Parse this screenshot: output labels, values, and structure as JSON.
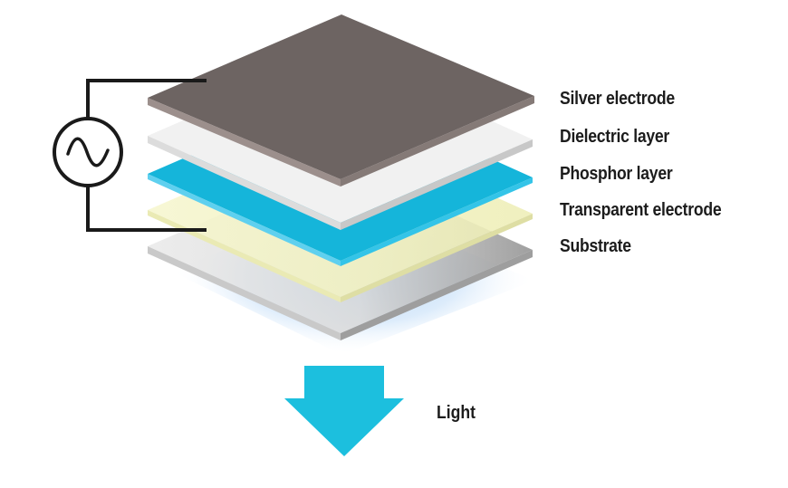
{
  "layers": [
    {
      "key": "silver",
      "label": "Silver electrode",
      "color": "#6d6462"
    },
    {
      "key": "dielectric",
      "label": "Dielectric layer",
      "color": "#f2f2f2"
    },
    {
      "key": "phosphor",
      "label": "Phosphor layer",
      "color": "#1bb7dc"
    },
    {
      "key": "transparent",
      "label": "Transparent electrode",
      "color": "#f4f4c6"
    },
    {
      "key": "substrate",
      "label": "Substrate",
      "color": "#d4d4d4"
    }
  ],
  "light": {
    "label": "Light",
    "color": "#1cbfde"
  },
  "ac_source": {
    "icon": "ac-source-icon"
  }
}
